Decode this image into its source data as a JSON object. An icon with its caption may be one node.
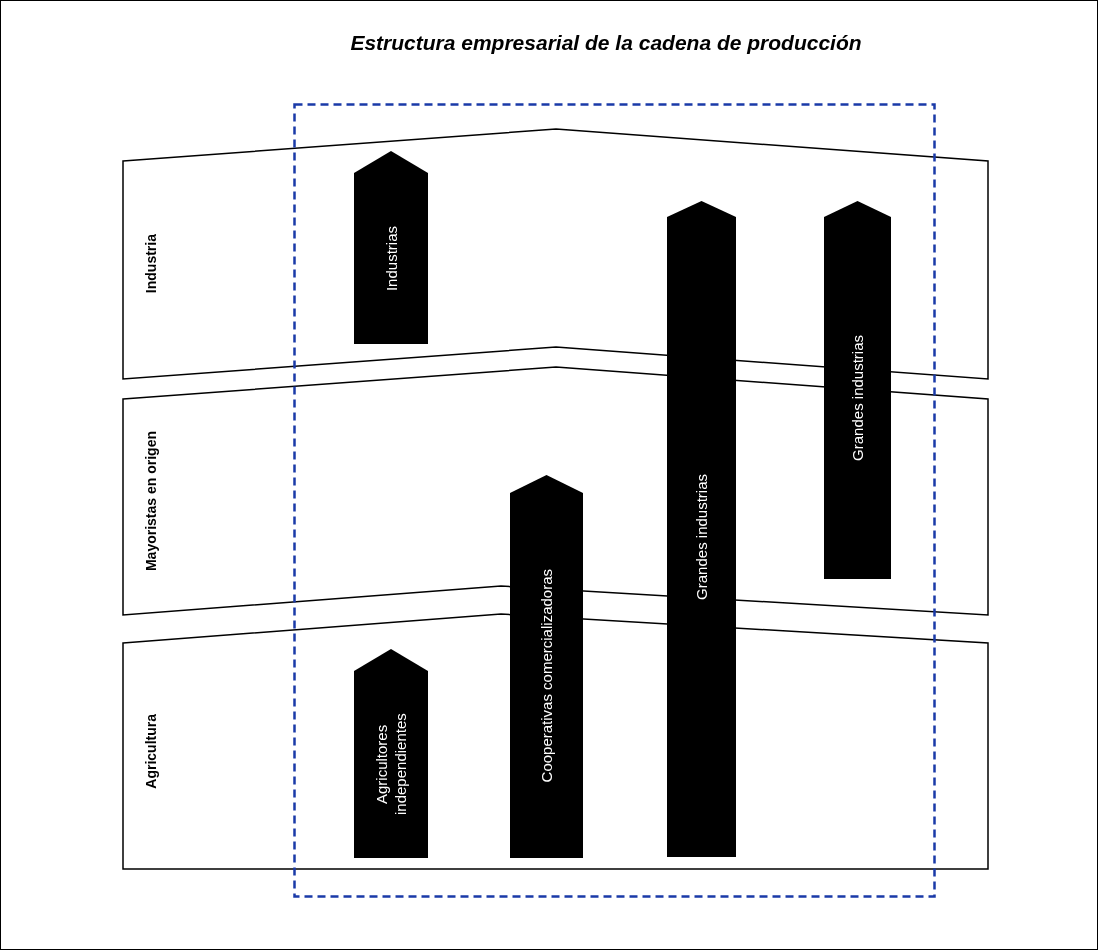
{
  "diagram": {
    "title": "Estructura empresarial de la cadena de producción",
    "nodes": [
      {
        "text": [
          "Industria"
        ]
      },
      {
        "text": [
          "Industrias"
        ],
        "in": 0
      },
      {
        "text": [
          "Grandes industrias"
        ]
      },
      {
        "text": [
          "Grandes industrias"
        ]
      },
      {
        "text": [
          "Mayoristas en origen"
        ]
      },
      {
        "text": [
          "Cooperativas comercializadoras"
        ]
      },
      {
        "text": [
          "Agricultura"
        ]
      },
      {
        "text": [
          "Agricultores independientes"
        ],
        "in": 6
      }
    ],
    "edges": []
  }
}
